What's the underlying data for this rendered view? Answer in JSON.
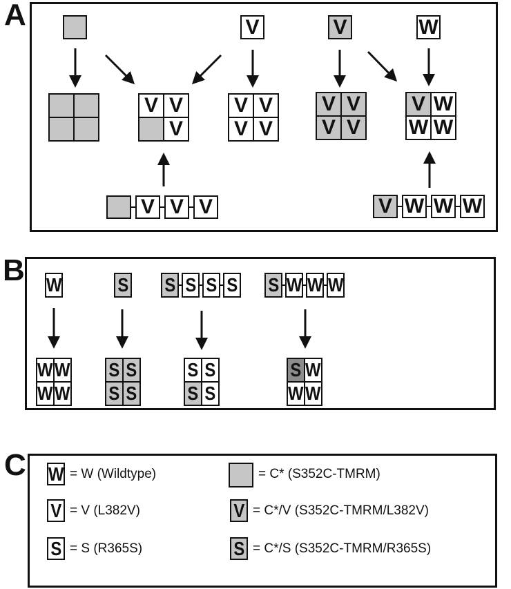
{
  "panel_a": {
    "label": "A",
    "monomers": [
      [
        {
          "letter": "",
          "tmrm": true
        }
      ],
      [
        {
          "letter": "V",
          "tmrm": false
        }
      ],
      [
        {
          "letter": "V",
          "tmrm": true
        }
      ],
      [
        {
          "letter": "W",
          "tmrm": false
        }
      ]
    ],
    "tetramers": [
      [
        {
          "letter": "",
          "tmrm": true
        },
        {
          "letter": "",
          "tmrm": true
        },
        {
          "letter": "",
          "tmrm": true
        },
        {
          "letter": "",
          "tmrm": true
        }
      ],
      [
        {
          "letter": "V",
          "tmrm": false
        },
        {
          "letter": "V",
          "tmrm": false
        },
        {
          "letter": "",
          "tmrm": true
        },
        {
          "letter": "V",
          "tmrm": false
        }
      ],
      [
        {
          "letter": "V",
          "tmrm": false
        },
        {
          "letter": "V",
          "tmrm": false
        },
        {
          "letter": "V",
          "tmrm": false
        },
        {
          "letter": "V",
          "tmrm": false
        }
      ],
      [
        {
          "letter": "V",
          "tmrm": true
        },
        {
          "letter": "V",
          "tmrm": true
        },
        {
          "letter": "V",
          "tmrm": true
        },
        {
          "letter": "V",
          "tmrm": true
        }
      ],
      [
        {
          "letter": "V",
          "tmrm": true
        },
        {
          "letter": "W",
          "tmrm": false
        },
        {
          "letter": "W",
          "tmrm": false
        },
        {
          "letter": "W",
          "tmrm": false
        }
      ]
    ],
    "concatemers": [
      [
        {
          "letter": "",
          "tmrm": true
        },
        {
          "letter": "V",
          "tmrm": false
        },
        {
          "letter": "V",
          "tmrm": false
        },
        {
          "letter": "V",
          "tmrm": false
        }
      ],
      [
        {
          "letter": "V",
          "tmrm": true
        },
        {
          "letter": "W",
          "tmrm": false
        },
        {
          "letter": "W",
          "tmrm": false
        },
        {
          "letter": "W",
          "tmrm": false
        }
      ]
    ]
  },
  "panel_b": {
    "label": "B",
    "monomers": [
      [
        {
          "letter": "W",
          "tmrm": false
        }
      ],
      [
        {
          "letter": "S",
          "tmrm": true
        }
      ]
    ],
    "concatemers": [
      [
        {
          "letter": "S",
          "tmrm": true
        },
        {
          "letter": "S",
          "tmrm": false
        },
        {
          "letter": "S",
          "tmrm": false
        },
        {
          "letter": "S",
          "tmrm": false
        }
      ],
      [
        {
          "letter": "S",
          "tmrm": true
        },
        {
          "letter": "W",
          "tmrm": false
        },
        {
          "letter": "W",
          "tmrm": false
        },
        {
          "letter": "W",
          "tmrm": false
        }
      ]
    ],
    "tetramers": [
      [
        {
          "letter": "W",
          "tmrm": false
        },
        {
          "letter": "W",
          "tmrm": false
        },
        {
          "letter": "W",
          "tmrm": false
        },
        {
          "letter": "W",
          "tmrm": false
        }
      ],
      [
        {
          "letter": "S",
          "tmrm": true
        },
        {
          "letter": "S",
          "tmrm": true
        },
        {
          "letter": "S",
          "tmrm": true
        },
        {
          "letter": "S",
          "tmrm": true
        }
      ],
      [
        {
          "letter": "S",
          "tmrm": false
        },
        {
          "letter": "S",
          "tmrm": false
        },
        {
          "letter": "S",
          "tmrm": true
        },
        {
          "letter": "S",
          "tmrm": false
        }
      ],
      [
        {
          "letter": "S",
          "tmrm": true,
          "dark": true
        },
        {
          "letter": "W",
          "tmrm": false
        },
        {
          "letter": "W",
          "tmrm": false
        },
        {
          "letter": "W",
          "tmrm": false
        }
      ]
    ]
  },
  "panel_c": {
    "label": "C",
    "legend": [
      {
        "letter": "W",
        "tmrm": false,
        "text": "= W (Wildtype)"
      },
      {
        "letter": "",
        "tmrm": true,
        "text": "= C* (S352C-TMRM)"
      },
      {
        "letter": "V",
        "tmrm": false,
        "text": "= V (L382V)"
      },
      {
        "letter": "V",
        "tmrm": true,
        "text": "= C*/V (S352C-TMRM/L382V)"
      },
      {
        "letter": "S",
        "tmrm": false,
        "text": "= S (R365S)"
      },
      {
        "letter": "S",
        "tmrm": true,
        "text": "= C*/S (S352C-TMRM/R365S)"
      }
    ]
  },
  "colors": {
    "tmrm": "#c6c6c6",
    "tmrm_dark": "#8c8c8c",
    "line": "#111111"
  }
}
